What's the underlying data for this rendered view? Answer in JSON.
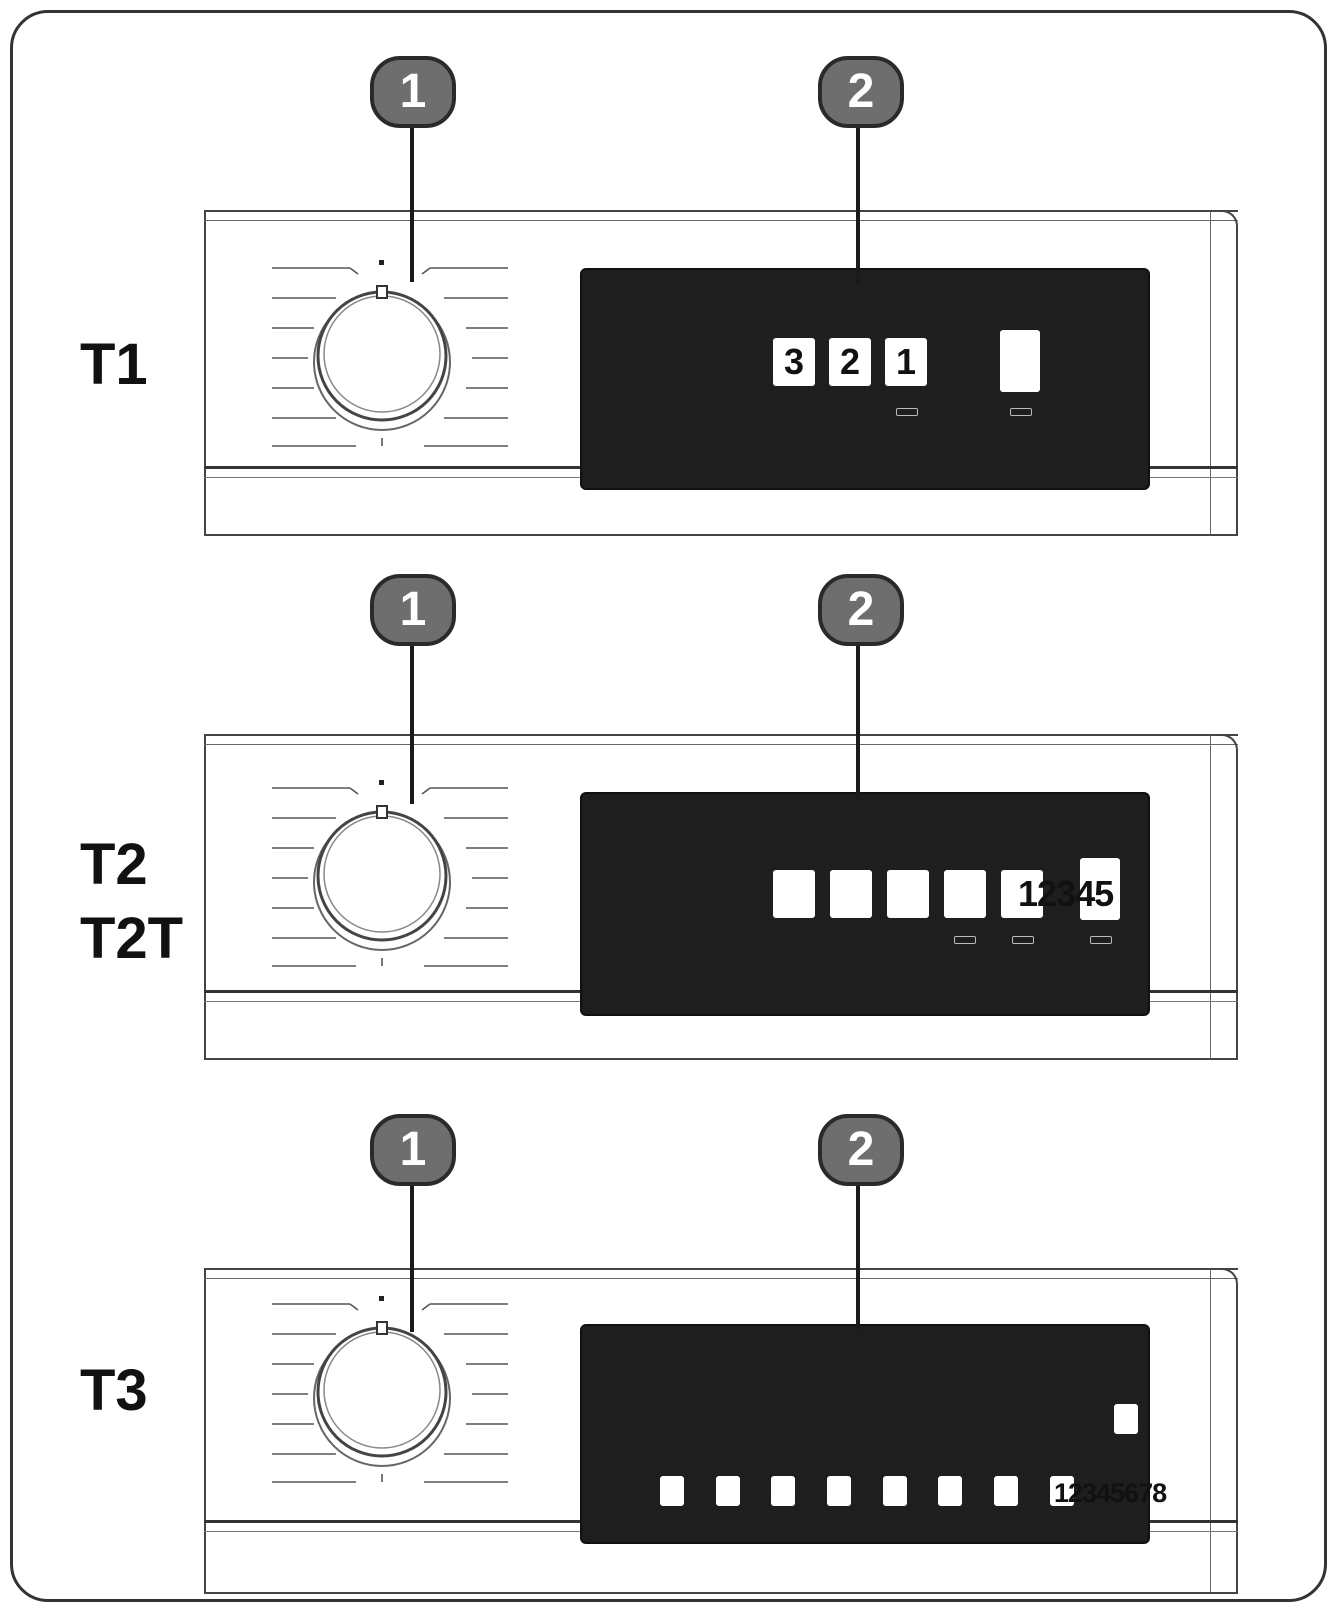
{
  "variants": [
    {
      "label_lines": [
        "T1"
      ],
      "callouts": [
        "1",
        "2"
      ],
      "display_keys": [
        "3",
        "2",
        "1",
        ""
      ],
      "number_strip": ""
    },
    {
      "label_lines": [
        "T2",
        "T2T"
      ],
      "callouts": [
        "1",
        "2"
      ],
      "display_keys": [
        "",
        "",
        "",
        "",
        "",
        ""
      ],
      "number_strip": "12345"
    },
    {
      "label_lines": [
        "T3"
      ],
      "callouts": [
        "1",
        "2"
      ],
      "display_keys": [
        "",
        "",
        "",
        "",
        "",
        "",
        "",
        "",
        ""
      ],
      "number_strip": "12345678"
    }
  ],
  "colors": {
    "callout_fill": "#6e6e6e",
    "display_fill": "#1e1e1e",
    "key_fill": "#ffffff",
    "line": "#1a1a1a"
  },
  "icons": [
    "selector-knob-icon"
  ]
}
